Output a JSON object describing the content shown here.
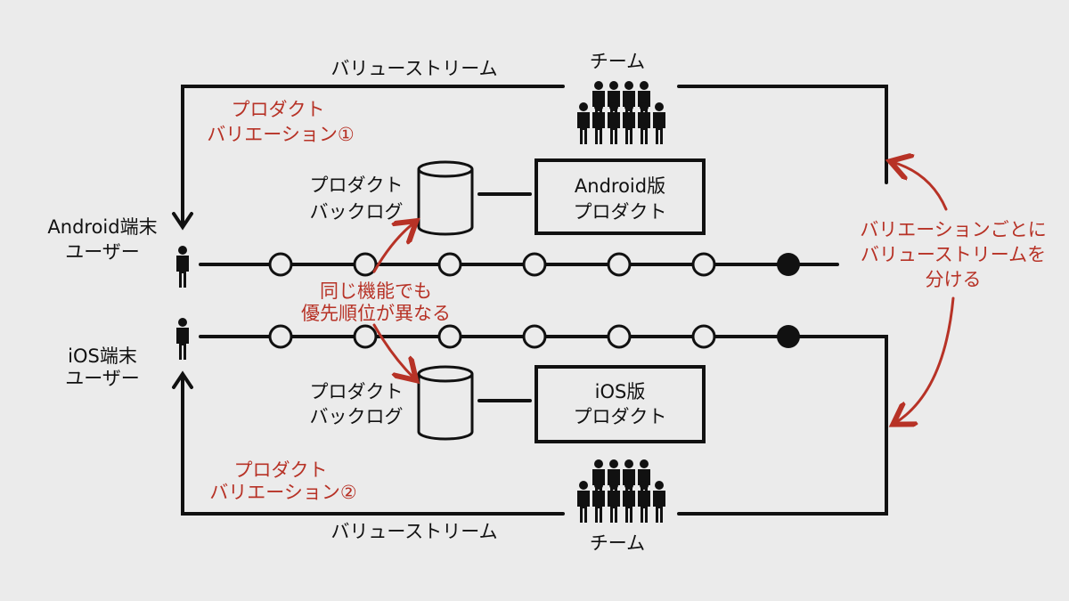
{
  "top": {
    "value_stream": "バリューストリーム",
    "team": "チーム",
    "variation_line1": "プロダクト",
    "variation_line2": "バリエーション①",
    "user_line1": "Android端末",
    "user_line2": "ユーザー",
    "backlog_line1": "プロダクト",
    "backlog_line2": "バックログ",
    "product_line1": "Android版",
    "product_line2": "プロダクト"
  },
  "bottom": {
    "value_stream": "バリューストリーム",
    "team": "チーム",
    "variation_line1": "プロダクト",
    "variation_line2": "バリエーション②",
    "user_line1": "iOS端末",
    "user_line2": "ユーザー",
    "backlog_line1": "プロダクト",
    "backlog_line2": "バックログ",
    "product_line1": "iOS版",
    "product_line2": "プロダクト"
  },
  "middle_note": {
    "line1": "同じ機能でも",
    "line2": "優先順位が異なる"
  },
  "right_note": {
    "line1": "バリエーションごとに",
    "line2": "バリューストリームを",
    "line3": "分ける"
  },
  "colors": {
    "accent": "#b73226",
    "ink": "#111111",
    "background": "#ebebeb"
  }
}
